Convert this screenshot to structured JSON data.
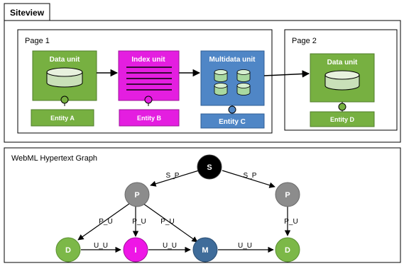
{
  "siteview": {
    "tab_label": "Siteview",
    "pages": [
      {
        "title": "Page 1"
      },
      {
        "title": "Page 2"
      }
    ],
    "units": {
      "data1": {
        "label": "Data unit",
        "entity": "Entity A"
      },
      "index": {
        "label": "Index unit",
        "entity": "Entity B"
      },
      "multi": {
        "label": "Multidata unit",
        "entity": "Entity C"
      },
      "data2": {
        "label": "Data unit",
        "entity": "Entity D"
      }
    }
  },
  "graph": {
    "title": "WebML Hypertext Graph",
    "nodes": {
      "s": "S",
      "p1": "P",
      "p2": "P",
      "d1": "D",
      "i": "I",
      "m": "M",
      "d2": "D"
    },
    "edges": {
      "s_p1": "S_P",
      "s_p2": "S_P",
      "p1_d1": "P_U",
      "p1_i": "P_U",
      "p1_m": "P_U",
      "p2_d2": "P_U",
      "d1_i": "U_U",
      "i_m": "U_U",
      "m_d2": "U_U"
    }
  },
  "colors": {
    "green": "#77b041",
    "magenta": "#e41ee0",
    "blue": "#4f86c6",
    "gray": "#8c8c8c",
    "black": "#000000",
    "node_green": "#7cb848",
    "node_magenta": "#ee16e6",
    "node_blue": "#3f6c9a"
  }
}
